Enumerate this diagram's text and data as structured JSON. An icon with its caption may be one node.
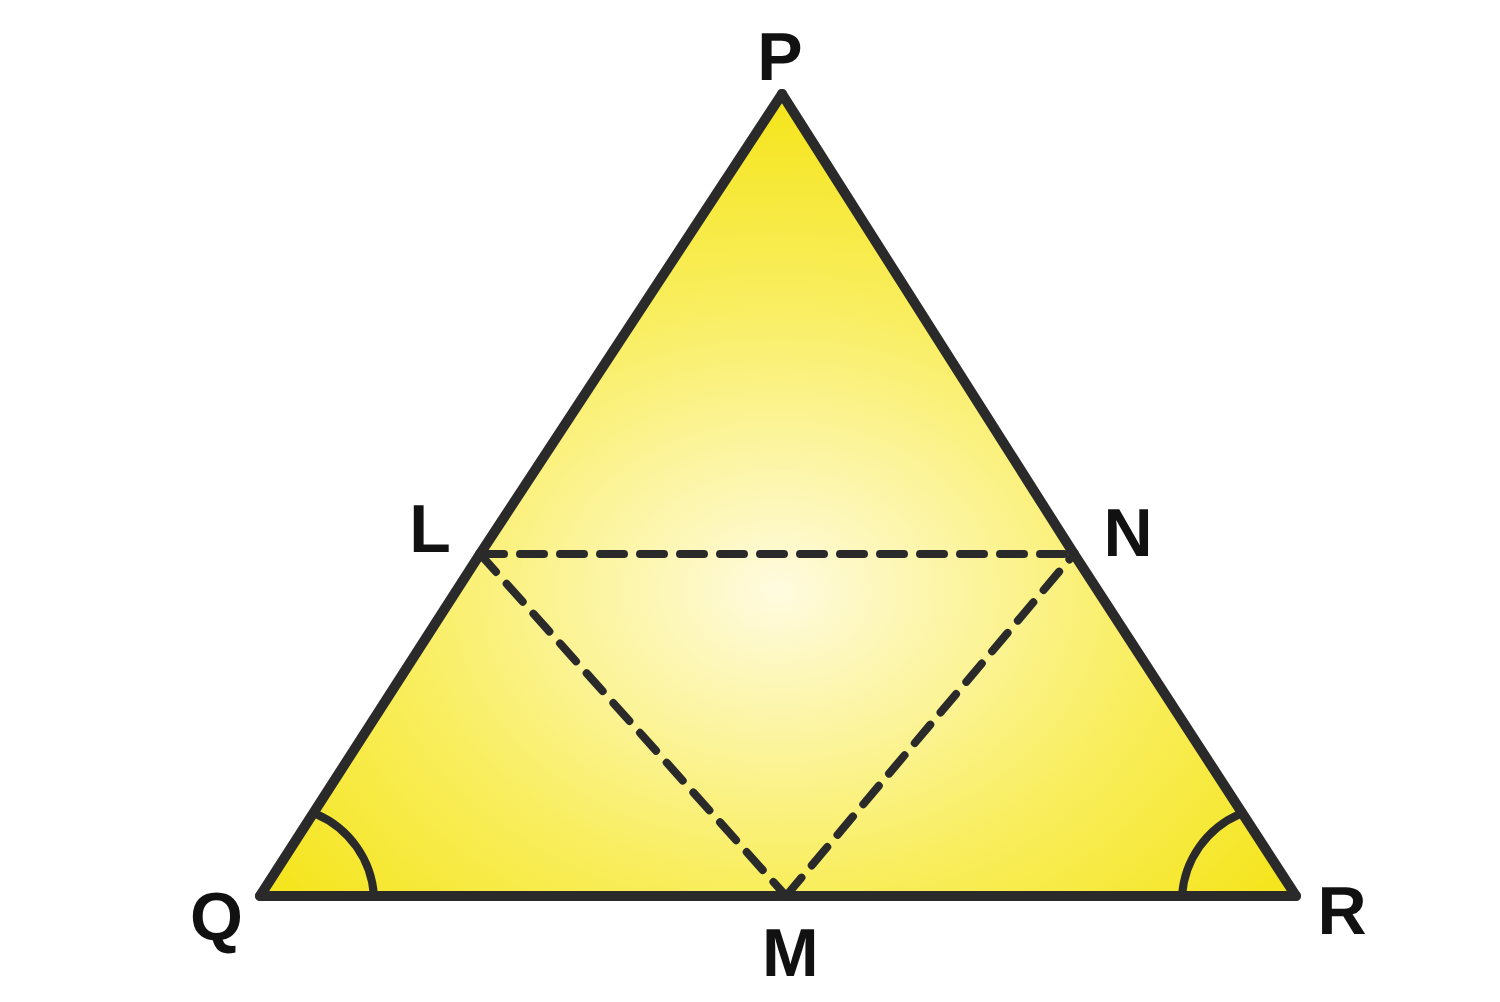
{
  "diagram": {
    "nodes": [
      {
        "text": [
          "P"
        ]
      },
      {
        "text": [
          "L"
        ]
      },
      {
        "text": [
          "N"
        ]
      },
      {
        "text": [
          "Q"
        ]
      },
      {
        "text": [
          "M"
        ]
      },
      {
        "text": [
          "R"
        ]
      }
    ],
    "edges": [
      {
        "from": 0,
        "to": 1,
        "arrow": "none"
      },
      {
        "from": 1,
        "to": 3,
        "arrow": "none"
      },
      {
        "from": 3,
        "to": 4,
        "arrow": "none"
      },
      {
        "from": 4,
        "to": 5,
        "arrow": "none"
      },
      {
        "from": 5,
        "to": 2,
        "arrow": "none"
      },
      {
        "from": 2,
        "to": 0,
        "arrow": "none"
      },
      {
        "from": 1,
        "to": 2,
        "arrow": "none",
        "style": "dashed"
      },
      {
        "from": 1,
        "to": 4,
        "arrow": "none",
        "style": "dashed"
      },
      {
        "from": 4,
        "to": 2,
        "arrow": "none",
        "style": "dashed"
      }
    ]
  }
}
